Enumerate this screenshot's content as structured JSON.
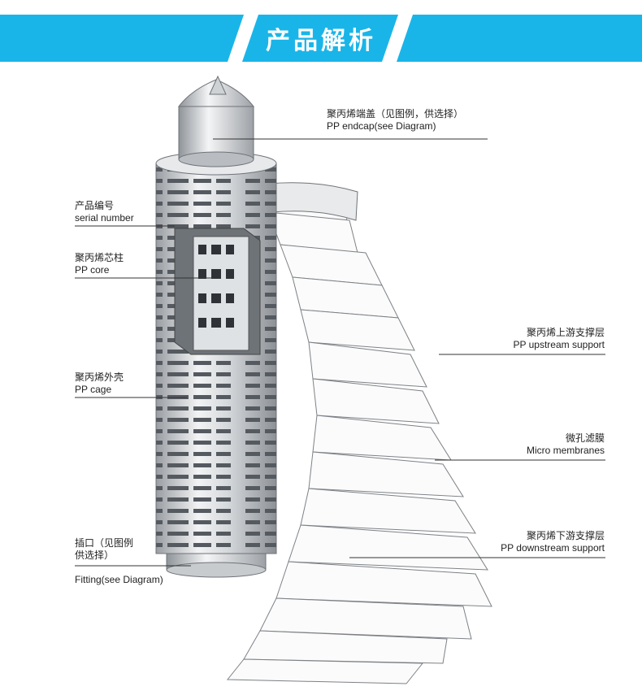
{
  "banner": {
    "title": "产品解析",
    "color": "#1ab5e8"
  },
  "labels": [
    {
      "id": "endcap",
      "cn": "聚丙烯端盖（见图例，供选择）",
      "en": "PP endcap(see Diagram)"
    },
    {
      "id": "serial",
      "cn": "产品编号",
      "en": "serial number"
    },
    {
      "id": "core",
      "cn": "聚丙烯芯柱",
      "en": "PP core"
    },
    {
      "id": "upstream",
      "cn": "聚丙烯上游支撑层",
      "en": "PP upstream support"
    },
    {
      "id": "cage",
      "cn": "聚丙烯外壳",
      "en": "PP cage"
    },
    {
      "id": "membrane",
      "cn": "微孔滤膜",
      "en": "Micro membranes"
    },
    {
      "id": "fitting",
      "cn": "插口（见图例\n供选择）",
      "en": "Fitting(see Diagram)"
    },
    {
      "id": "downstream",
      "cn": "聚丙烯下游支撑层",
      "en": "PP downstream support"
    }
  ]
}
